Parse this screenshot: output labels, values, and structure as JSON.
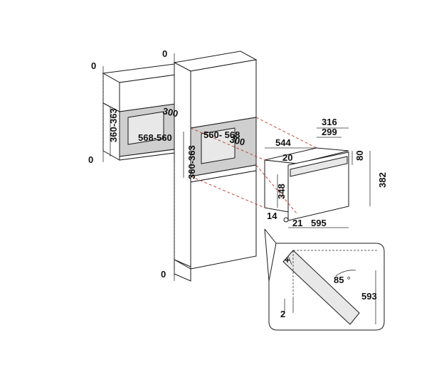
{
  "dimensions": {
    "wall_top_gap": "0",
    "wall_bottom_gap": "0",
    "tall_top_gap": "0",
    "tall_bottom_gap": "0",
    "wall_niche_height": "360-363",
    "wall_niche_depth": "300",
    "wall_niche_width": "568-560",
    "tall_niche_width": "560- 568",
    "tall_niche_depth": "300",
    "tall_niche_height": "360-363",
    "oven_depth_total": "316",
    "oven_depth_body": "299",
    "oven_width_body": "544",
    "oven_front_offset": "20",
    "oven_front_top": "80",
    "oven_total_height": "382",
    "oven_body_height": "348",
    "oven_bottom_offset": "14",
    "oven_side_offset": "21",
    "oven_width_total": "595",
    "door_angle": "85",
    "door_angle_unit": "°",
    "door_height": "593",
    "door_gap": "2"
  },
  "colors": {
    "line": "#1a1a1a",
    "guide": "#c0392b",
    "niche_shade": "#cfcfcf"
  }
}
